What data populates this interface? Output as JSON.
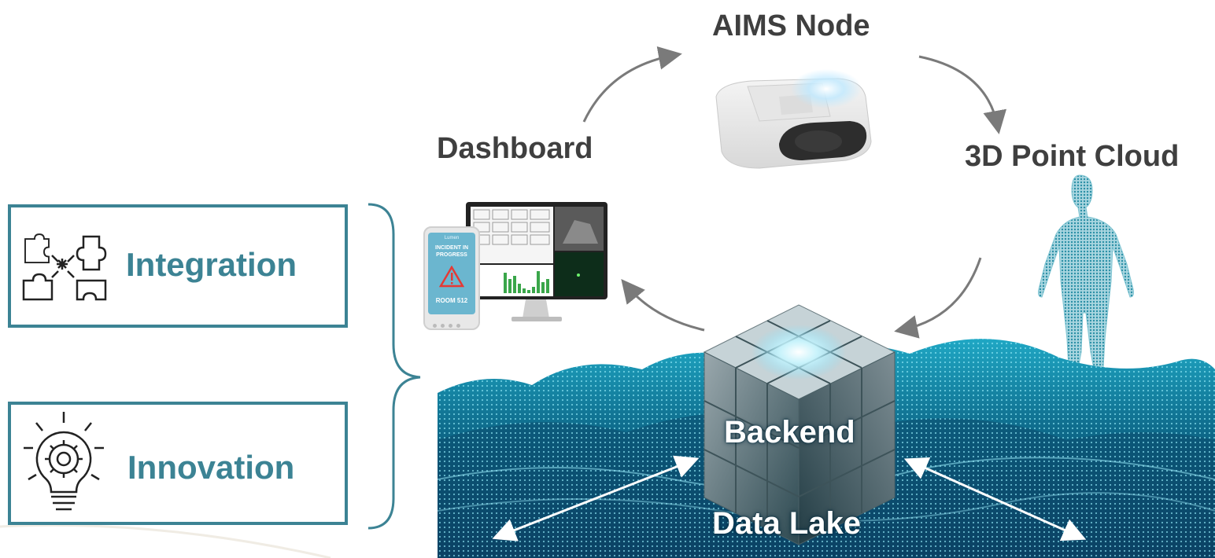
{
  "diagram": {
    "nodes": {
      "aims_node": "AIMS Node",
      "dashboard": "Dashboard",
      "point_cloud": "3D Point Cloud",
      "backend": "Backend",
      "data_lake": "Data Lake"
    },
    "pillars": [
      {
        "label": "Integration",
        "icon": "puzzle-icon"
      },
      {
        "label": "Innovation",
        "icon": "lightbulb-gear-icon"
      }
    ],
    "phone_screen": {
      "brand": "Lumen",
      "alert_line1": "INCIDENT IN",
      "alert_line2": "PROGRESS",
      "room": "ROOM 512"
    },
    "colors": {
      "accent": "#3c8394",
      "text_dark": "#3f3f3f",
      "arrow": "#7a7a7a",
      "wave": "#1fa7c4",
      "alert_red": "#e53935"
    }
  }
}
